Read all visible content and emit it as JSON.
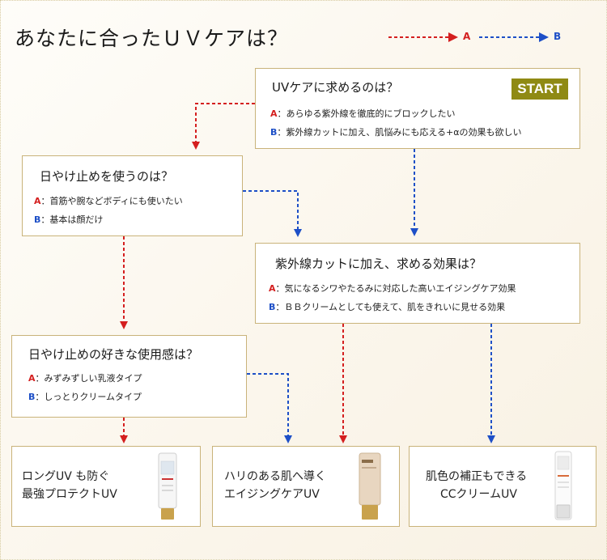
{
  "title": "あなたに合ったＵＶケアは？",
  "legend": {
    "a": "A",
    "b": "B"
  },
  "colors": {
    "a": "#d41f1f",
    "b": "#1d4fc7",
    "border": "#c9b37a",
    "start_bg": "#8f8a14"
  },
  "start_label": "START",
  "q1": {
    "question": "UVケアに求めるのは？",
    "a_key": "A",
    "a_text": "：あらゆる紫外線を徹底的にブロックしたい",
    "b_key": "B",
    "b_text": "：紫外線カットに加え、肌悩みにも応える+αの効果も欲しい"
  },
  "q2": {
    "question": "日やけ止めを使うのは？",
    "a_key": "A",
    "a_text": "：首筋や腕などボディにも使いたい",
    "b_key": "B",
    "b_text": "：基本は顔だけ"
  },
  "q3": {
    "question": "紫外線カットに加え、求める効果は？",
    "a_key": "A",
    "a_text": "：気になるシワやたるみに対応した高いエイジングケア効果",
    "b_key": "B",
    "b_text": "：ＢＢクリームとしても使えて、肌をきれいに見せる効果"
  },
  "q4": {
    "question": "日やけ止めの好きな使用感は？",
    "a_key": "A",
    "a_text": "：みずみずしい乳液タイプ",
    "b_key": "B",
    "b_text": "：しっとりクリームタイプ"
  },
  "results": [
    {
      "line1": "ロングUV も防ぐ",
      "line2": "最強プロテクトUV"
    },
    {
      "line1": "ハリのある肌へ導く",
      "line2": "エイジングケアUV"
    },
    {
      "line1": "肌色の補正もできる",
      "line2": "CCクリームUV"
    }
  ]
}
